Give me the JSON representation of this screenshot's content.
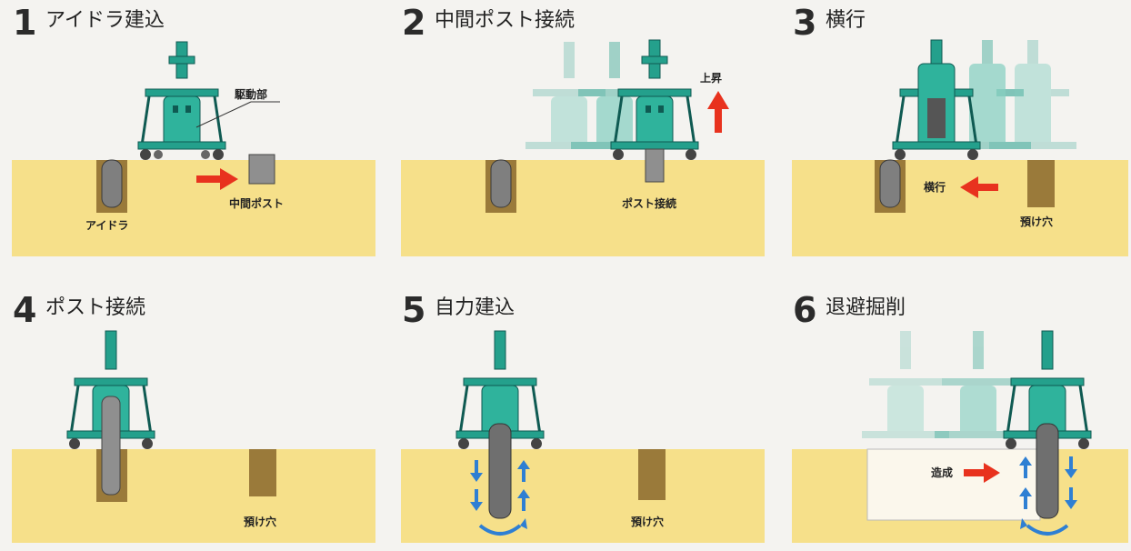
{
  "steps": [
    {
      "number": "1",
      "title": "アイドラ建込",
      "labels": [
        "駆動部",
        "中間ポスト",
        "アイドラ"
      ]
    },
    {
      "number": "2",
      "title": "中間ポスト接続",
      "labels": [
        "上昇",
        "ポスト接続"
      ]
    },
    {
      "number": "3",
      "title": "横行",
      "labels": [
        "横行",
        "預け穴"
      ]
    },
    {
      "number": "4",
      "title": "ポスト接続",
      "labels": [
        "預け穴"
      ]
    },
    {
      "number": "5",
      "title": "自力建込",
      "labels": [
        "預け穴"
      ]
    },
    {
      "number": "6",
      "title": "退避掘削",
      "labels": [
        "造成"
      ]
    }
  ],
  "colors": {
    "ground": "#f6e08a",
    "hole": "#9a7a3a",
    "machine": "#24a08c",
    "machine_dark": "#0f5a52",
    "arrow_red": "#e8321e",
    "arrow_blue": "#2e7fd3",
    "post": "#8f8f8f"
  }
}
